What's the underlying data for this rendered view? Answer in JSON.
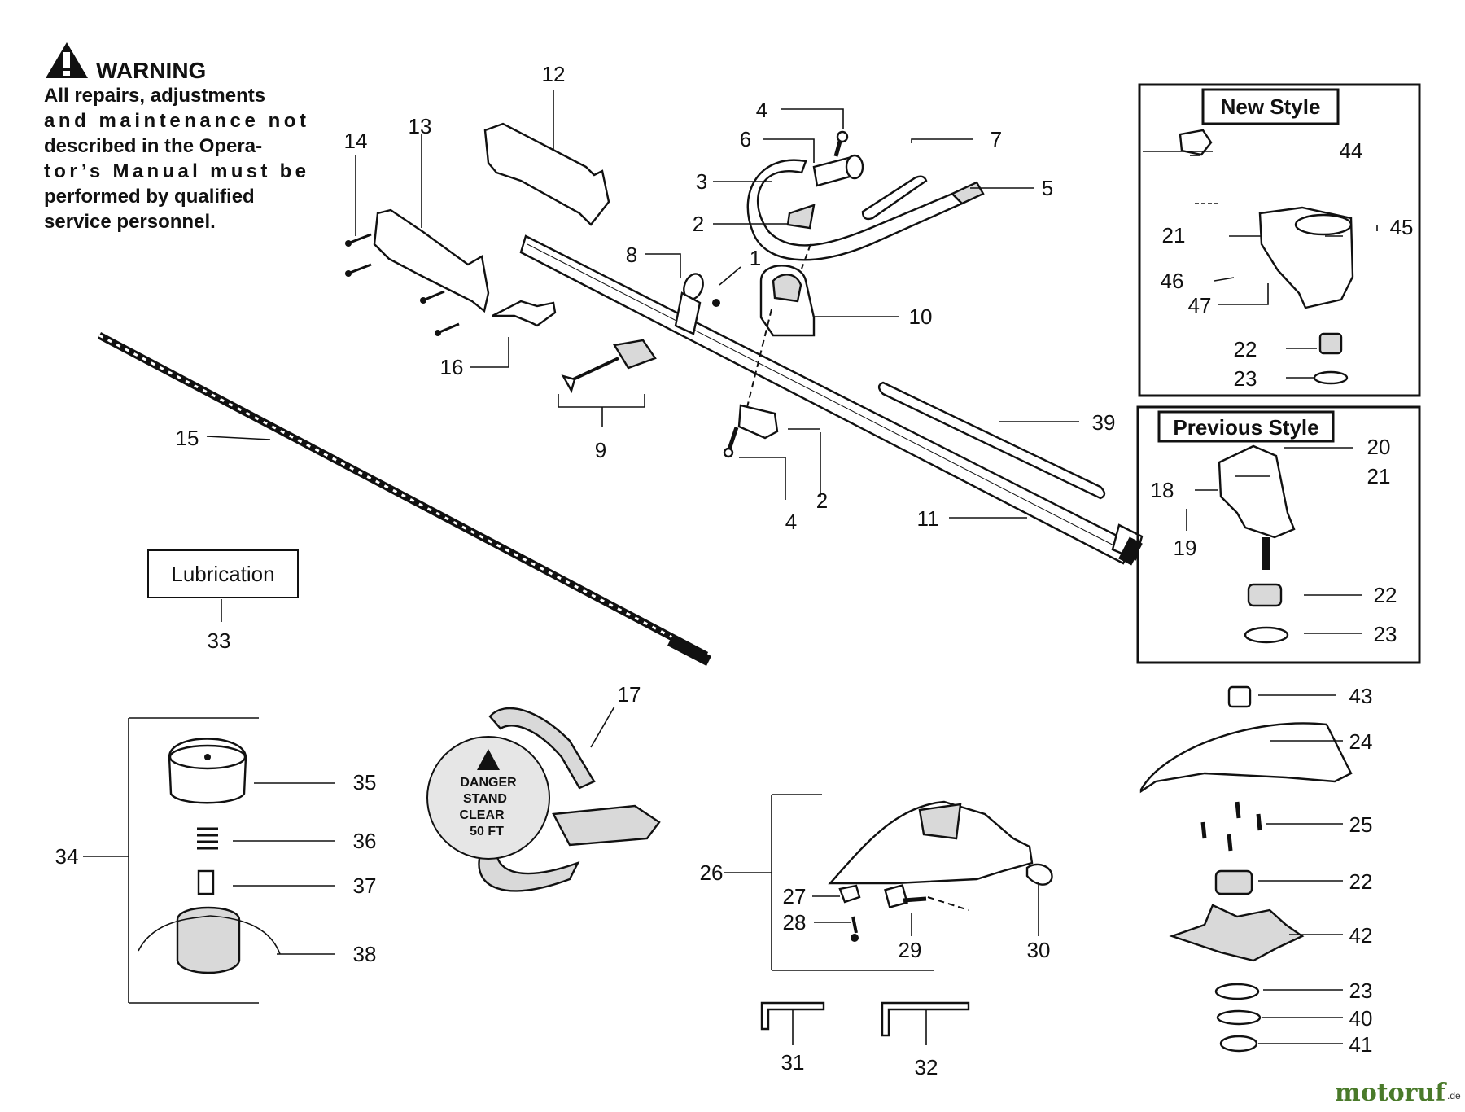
{
  "warning": {
    "title": "WARNING",
    "lines": [
      "All repairs, adjustments",
      "and maintenance not",
      "described in the Opera-",
      "tor’s Manual must be",
      "performed by qualified",
      "service personnel."
    ]
  },
  "new_style": {
    "title": "New Style"
  },
  "previous_style": {
    "title": "Previous Style"
  },
  "lubrication": {
    "label": "Lubrication"
  },
  "danger_decal": {
    "lines": [
      "DANGER",
      "STAND",
      "CLEAR",
      "50 FT"
    ]
  },
  "watermark": {
    "text": "motoruf",
    "suffix": ".de"
  },
  "callouts": {
    "c1": "1",
    "c2a": "2",
    "c2b": "2",
    "c3": "3",
    "c4a": "4",
    "c4b": "4",
    "c5": "5",
    "c6": "6",
    "c7": "7",
    "c8": "8",
    "c9": "9",
    "c10": "10",
    "c11": "11",
    "c12": "12",
    "c13": "13",
    "c14": "14",
    "c15": "15",
    "c16": "16",
    "c17": "17",
    "c18": "18",
    "c19": "19",
    "c20": "20",
    "c21a": "21",
    "c21b": "21",
    "c22a": "22",
    "c22b": "22",
    "c22c": "22",
    "c23a": "23",
    "c23b": "23",
    "c23c": "23",
    "c24": "24",
    "c25": "25",
    "c26": "26",
    "c27": "27",
    "c28": "28",
    "c29": "29",
    "c30": "30",
    "c31": "31",
    "c32": "32",
    "c33": "33",
    "c34": "34",
    "c35": "35",
    "c36": "36",
    "c37": "37",
    "c38": "38",
    "c39": "39",
    "c40": "40",
    "c41": "41",
    "c42": "42",
    "c43": "43",
    "c44": "44",
    "c45": "45",
    "c46": "46",
    "c47": "47"
  }
}
